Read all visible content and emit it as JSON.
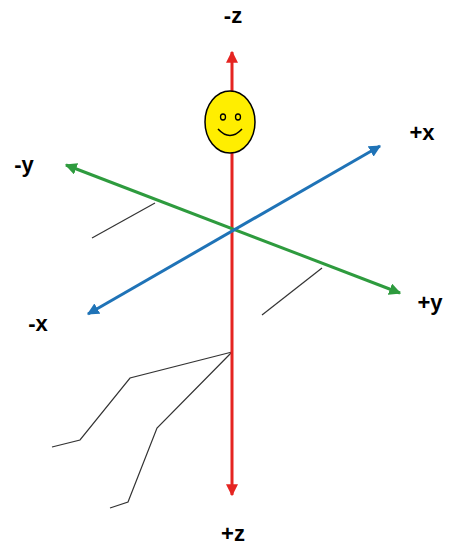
{
  "diagram": {
    "labels": [
      "-z",
      "+x",
      "-y",
      "+y",
      "-x",
      "+z"
    ]
  }
}
